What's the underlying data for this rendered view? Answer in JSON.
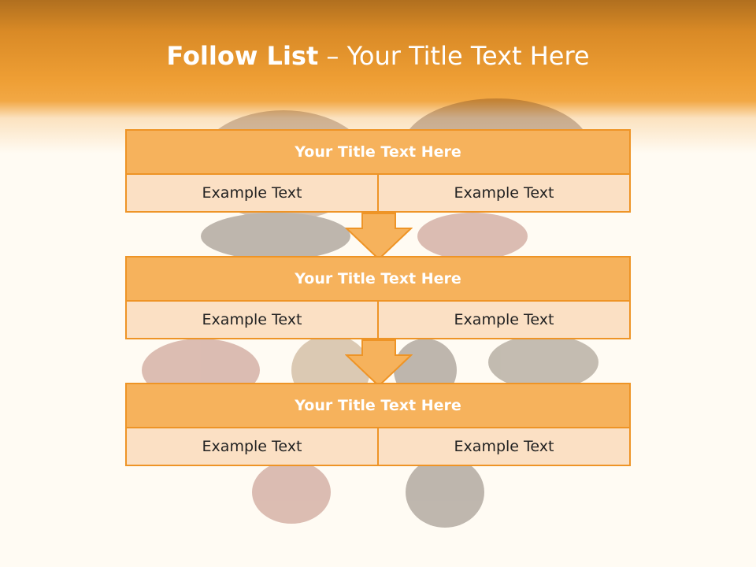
{
  "slide": {
    "title_bold": "Follow List",
    "title_rest": " – Your Title Text Here"
  },
  "steps": [
    {
      "title": "Your Title Text Here",
      "left": "Example Text",
      "right": "Example Text"
    },
    {
      "title": "Your Title Text Here",
      "left": "Example Text",
      "right": "Example Text"
    },
    {
      "title": "Your Title Text Here",
      "left": "Example Text",
      "right": "Example Text"
    }
  ],
  "colors": {
    "header_orange": "#ee9e34",
    "box_border": "#ee9426",
    "title_fill": "#f6b25c",
    "cell_fill": "#fbe0c4",
    "arrow_fill": "#f6b25c"
  },
  "background_image": "faded-shoes-photo"
}
